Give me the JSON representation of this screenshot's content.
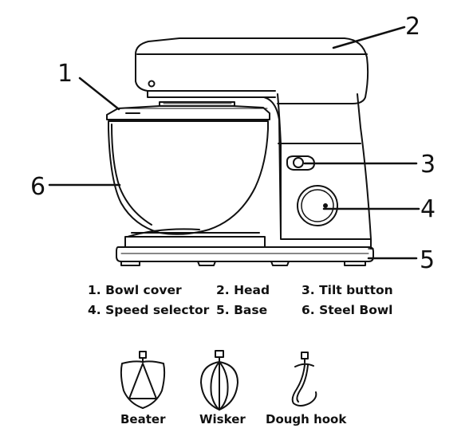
{
  "callouts": [
    "1",
    "2",
    "3",
    "4",
    "5",
    "6"
  ],
  "legend": {
    "row1": [
      "1.  Bowl cover",
      "2. Head",
      "3. Tilt button"
    ],
    "row2": [
      "4. Speed selector",
      "5. Base",
      "6. Steel Bowl"
    ]
  },
  "accessories": [
    "Beater",
    "Wisker",
    "Dough hook"
  ],
  "icons": [
    "stand-mixer-illustration",
    "beater-icon",
    "whisk-icon",
    "dough-hook-icon"
  ]
}
